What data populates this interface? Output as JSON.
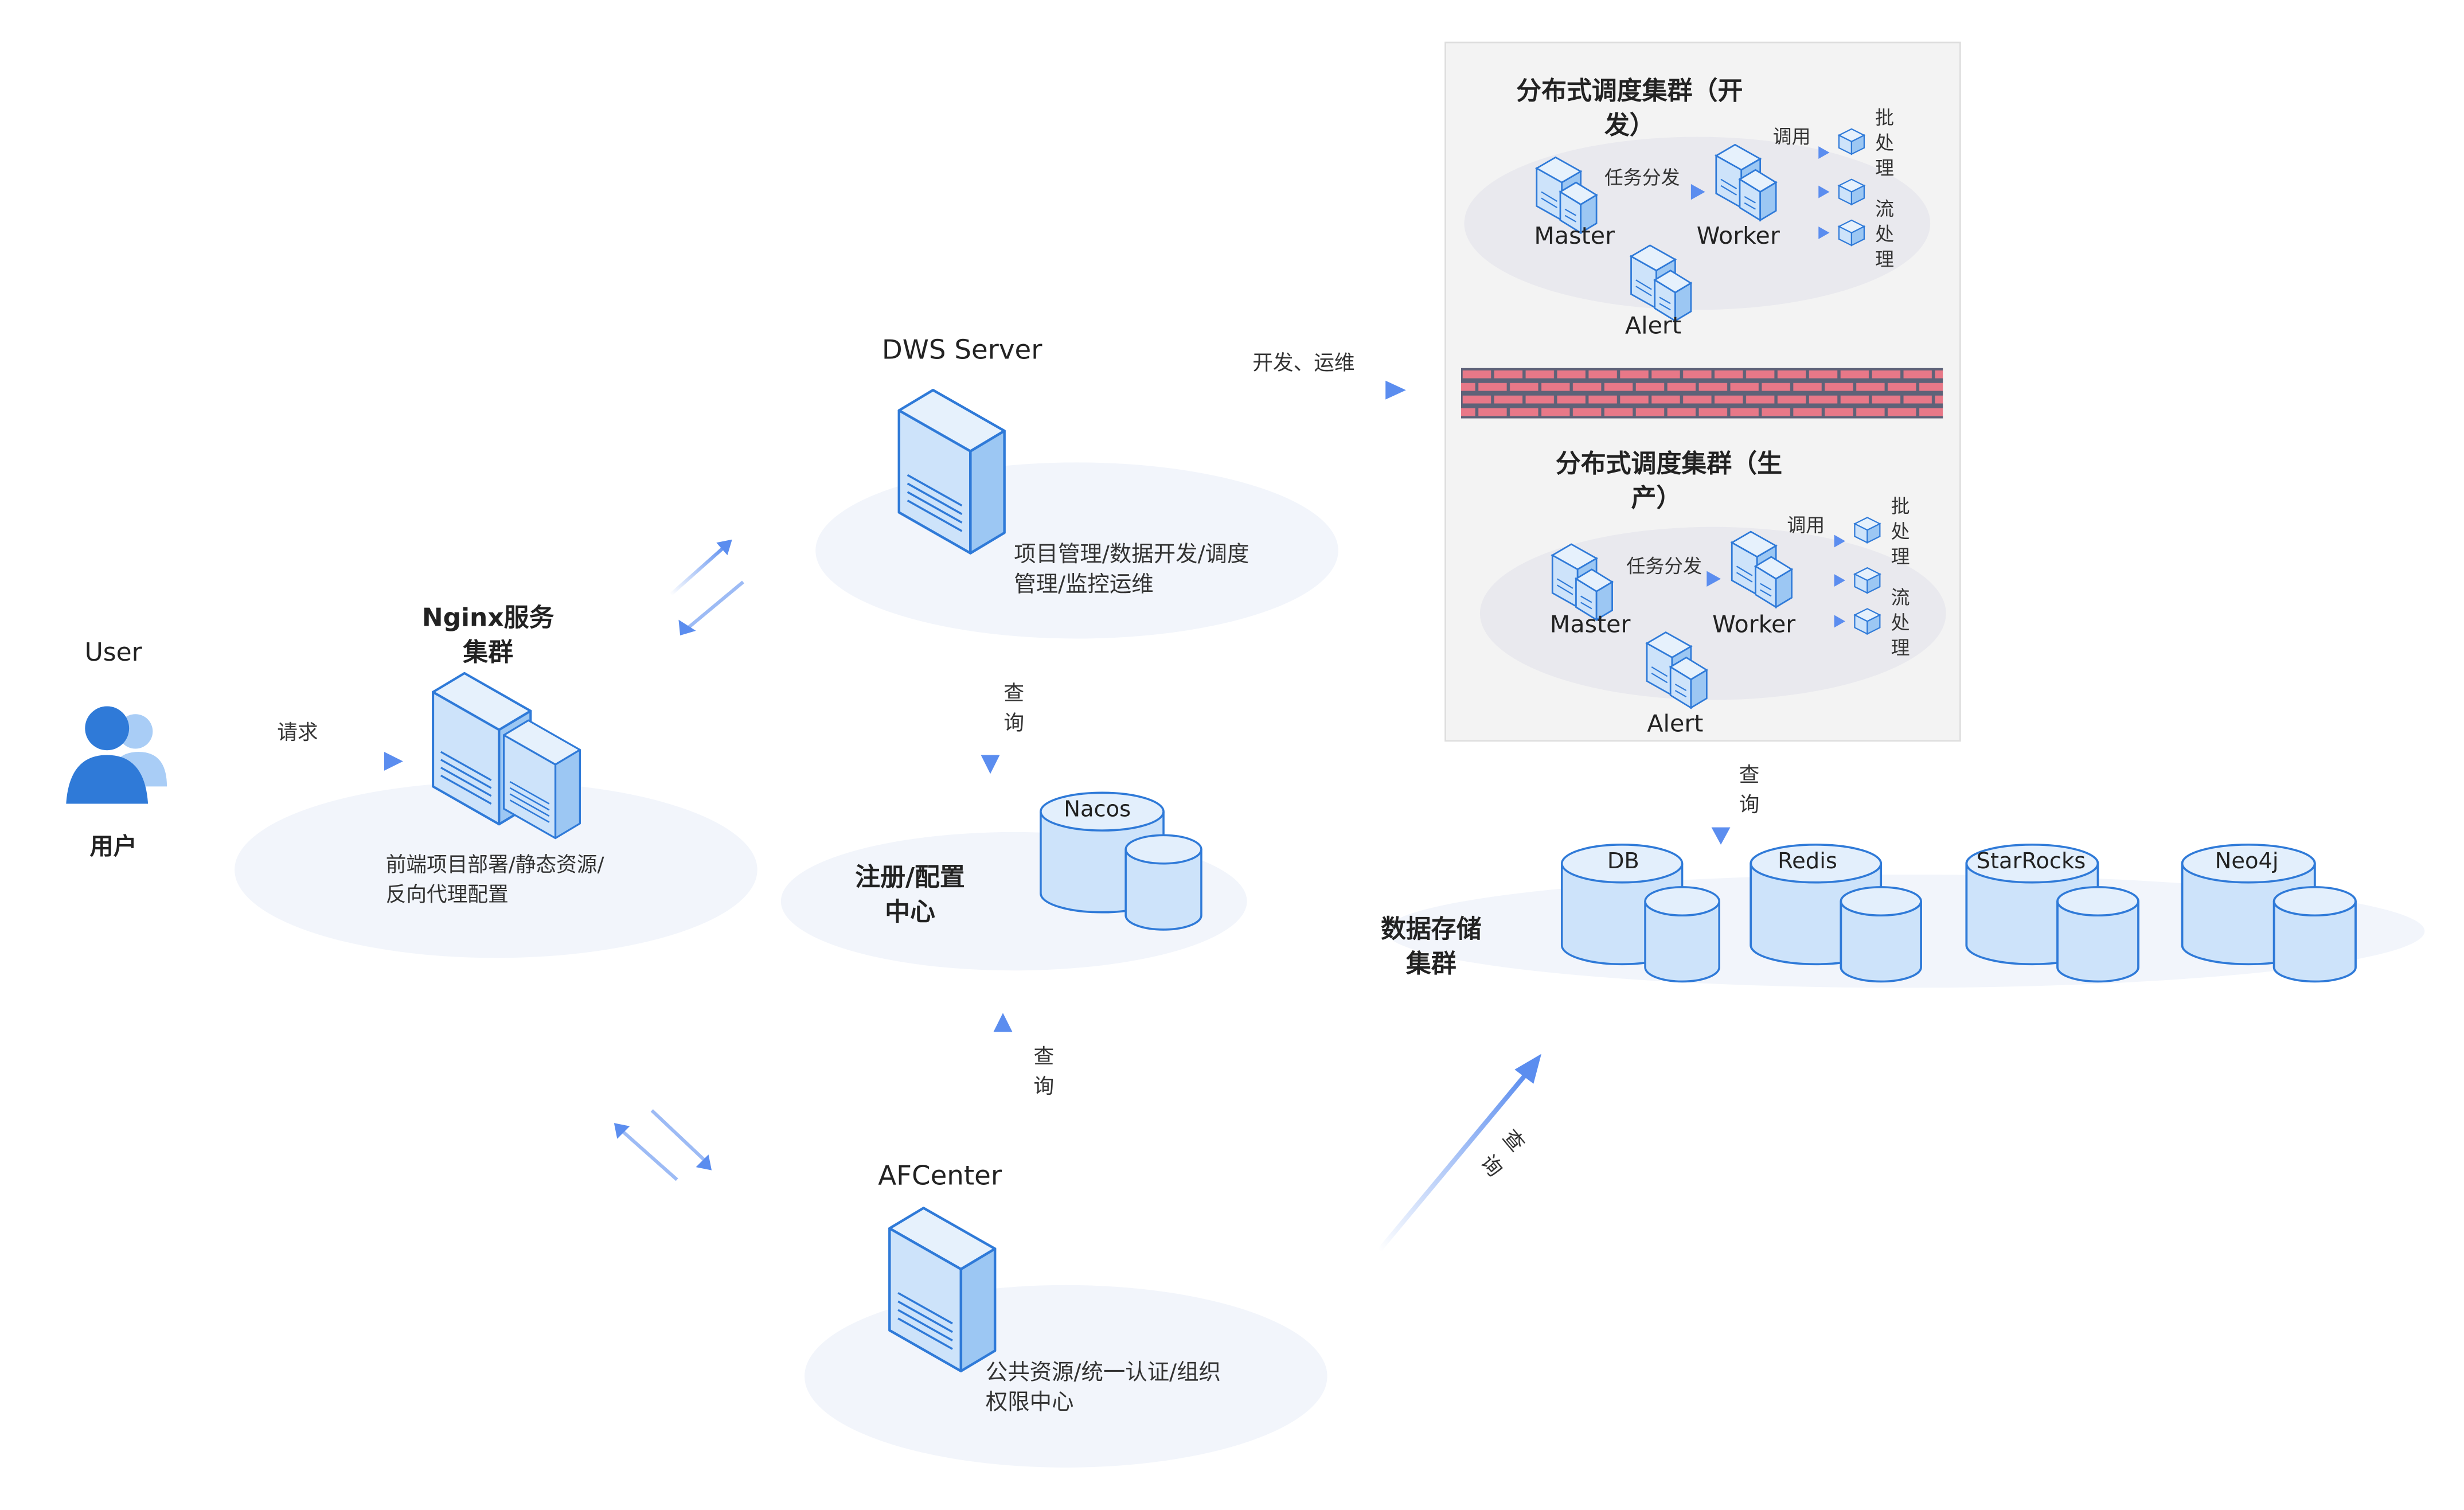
{
  "user": {
    "title": "User",
    "caption": "用户"
  },
  "edges": {
    "request": "请求",
    "dev_ops": "开发、运维",
    "query_dws_nacos": [
      "查",
      "询"
    ],
    "query_afc_nacos": [
      "查",
      "询"
    ],
    "query_cluster_storage": [
      "查",
      "询"
    ],
    "query_diag": [
      "查",
      "询"
    ]
  },
  "nginx": {
    "title_lines": [
      "Nginx服务",
      "集群"
    ],
    "desc_lines": [
      "前端项目部署/静态资源/",
      "反向代理配置"
    ]
  },
  "dws": {
    "title": "DWS Server",
    "desc_lines": [
      "项目管理/数据开发/调度",
      "管理/监控运维"
    ]
  },
  "registry": {
    "title_lines": [
      "注册/配置",
      "中心"
    ],
    "db_label": "Nacos"
  },
  "afcenter": {
    "title": "AFCenter",
    "desc_lines": [
      "公共资源/统一认证/组织",
      "权限中心"
    ]
  },
  "dev_cluster": {
    "title_lines": [
      "分布式调度集群（开",
      "发）"
    ],
    "master": "Master",
    "worker": "Worker",
    "alert": "Alert",
    "dispatch": "任务分发",
    "invoke": "调用",
    "batch": [
      "批",
      "处",
      "理"
    ],
    "stream": [
      "流",
      "处",
      "理"
    ]
  },
  "prod_cluster": {
    "title_lines": [
      "分布式调度集群（生",
      "产）"
    ],
    "master": "Master",
    "worker": "Worker",
    "alert": "Alert",
    "dispatch": "任务分发",
    "invoke": "调用",
    "batch": [
      "批",
      "处",
      "理"
    ],
    "stream": [
      "流",
      "处",
      "理"
    ]
  },
  "storage": {
    "title_lines": [
      "数据存储",
      "集群"
    ],
    "databases": [
      "DB",
      "Redis",
      "StarRocks",
      "Neo4j"
    ]
  },
  "colors": {
    "accent": "#5b8def",
    "server_fill": "#cde3fa",
    "server_stroke": "#2f7ad8",
    "ellipse": "#f2f5fb",
    "panel": "#f3f3f3",
    "firewall": "#e87888",
    "firewall_band": "#5e6278"
  }
}
